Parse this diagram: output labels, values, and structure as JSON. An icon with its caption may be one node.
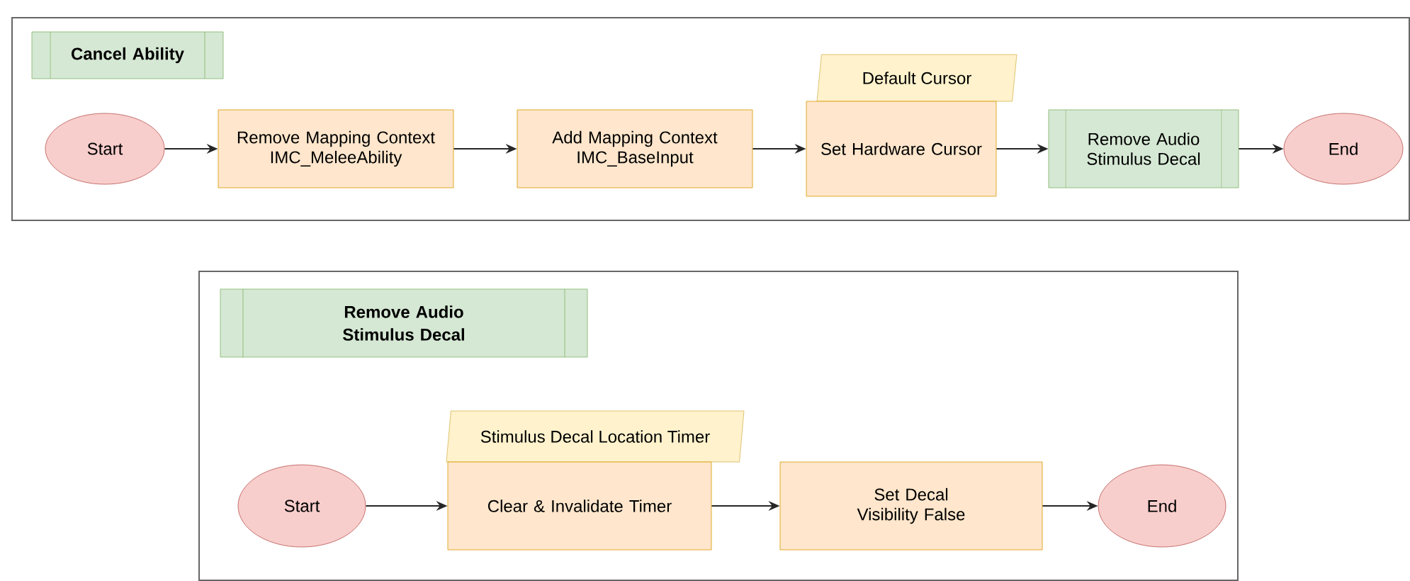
{
  "diagram": {
    "nodes": [
      {
        "text": [],
        "shape": "box"
      },
      {
        "text": [
          "Cancel Ability"
        ],
        "in": 0
      },
      {
        "text": [
          "Start"
        ],
        "in": 0
      },
      {
        "text": [
          "Remove Mapping Context IMC_MeleeAbility"
        ],
        "in": 0
      },
      {
        "text": [
          "Add Mapping Context IMC_BaseInput"
        ],
        "in": 0
      },
      {
        "text": [
          "Default Cursor"
        ],
        "in": 0
      },
      {
        "text": [
          "Set Hardware Cursor"
        ],
        "in": 0
      },
      {
        "text": [
          "Remove Audio Stimulus Decal"
        ],
        "in": 0
      },
      {
        "text": [
          "End"
        ],
        "in": 0
      },
      {
        "text": [],
        "shape": "box"
      },
      {
        "text": [
          "Remove Audio Stimulus Decal"
        ],
        "in": 9
      },
      {
        "text": [
          "Start"
        ],
        "in": 9
      },
      {
        "text": [
          "Stimulus Decal Location Timer"
        ],
        "in": 9
      },
      {
        "text": [
          "Clear & Invalidate Timer"
        ],
        "in": 9
      },
      {
        "text": [
          "Set Decal Visibility False"
        ],
        "in": 9
      },
      {
        "text": [
          "End"
        ],
        "in": 9
      }
    ],
    "edges": [
      {
        "from": 2,
        "to": 3,
        "arrow": "to"
      },
      {
        "from": 3,
        "to": 4,
        "arrow": "to"
      },
      {
        "from": 4,
        "to": 6,
        "arrow": "to"
      },
      {
        "from": 6,
        "to": 7,
        "arrow": "to"
      },
      {
        "from": 7,
        "to": 8,
        "arrow": "to"
      },
      {
        "from": 11,
        "to": 13,
        "arrow": "to"
      },
      {
        "from": 13,
        "to": 14,
        "arrow": "to"
      },
      {
        "from": 14,
        "to": 15,
        "arrow": "to"
      }
    ]
  }
}
